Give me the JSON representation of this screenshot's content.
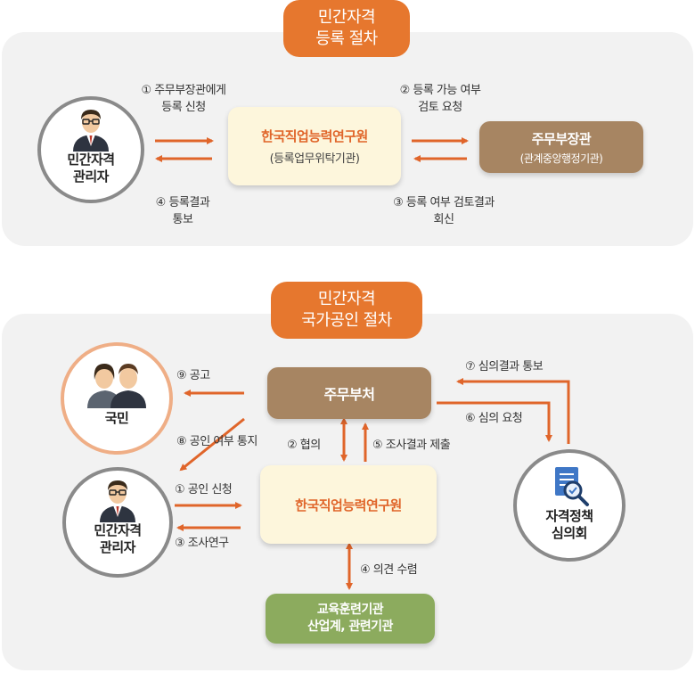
{
  "registration": {
    "title_lines": [
      "민간자격",
      "등록 절차"
    ],
    "manager_lines": [
      "민간자격",
      "관리자"
    ],
    "krivet": {
      "name": "한국직업능력연구원",
      "sub": "(등록업무위탁기관)"
    },
    "minister": {
      "name": "주무부장관",
      "sub": "(관계중앙행정기관)"
    },
    "steps": {
      "s1": [
        "① 주무부장관에게",
        "등록 신청"
      ],
      "s2": [
        "② 등록 가능 여부",
        "검토 요청"
      ],
      "s3": [
        "③ 등록 여부 검토결과",
        "회신"
      ],
      "s4": [
        "④ 등록결과",
        "통보"
      ]
    }
  },
  "accreditation": {
    "title_lines": [
      "민간자격",
      "국가공인 절차"
    ],
    "public_label": "국민",
    "manager_lines": [
      "민간자격",
      "관리자"
    ],
    "ministry": "주무부처",
    "krivet": "한국직업능력연구원",
    "council_lines": [
      "자격정책",
      "심의회"
    ],
    "edu_lines": [
      "교육훈련기관",
      "산업계, 관련기관"
    ],
    "steps": {
      "s1": "① 공인 신청",
      "s2": "② 협의",
      "s3": "③ 조사연구",
      "s4": "④ 의견 수렴",
      "s5": "⑤ 조사결과 제출",
      "s6": "⑥ 심의 요청",
      "s7": "⑦ 심의결과 통보",
      "s8": "⑧ 공인 여부 통지",
      "s9": "⑨ 공고"
    }
  },
  "colors": {
    "accent": "#e6772e",
    "brown": "#a78562",
    "green": "#8cab5e",
    "cream": "#fdf6dc"
  },
  "icons": [
    "businessman-icon",
    "people-icon",
    "document-magnifier-icon"
  ]
}
